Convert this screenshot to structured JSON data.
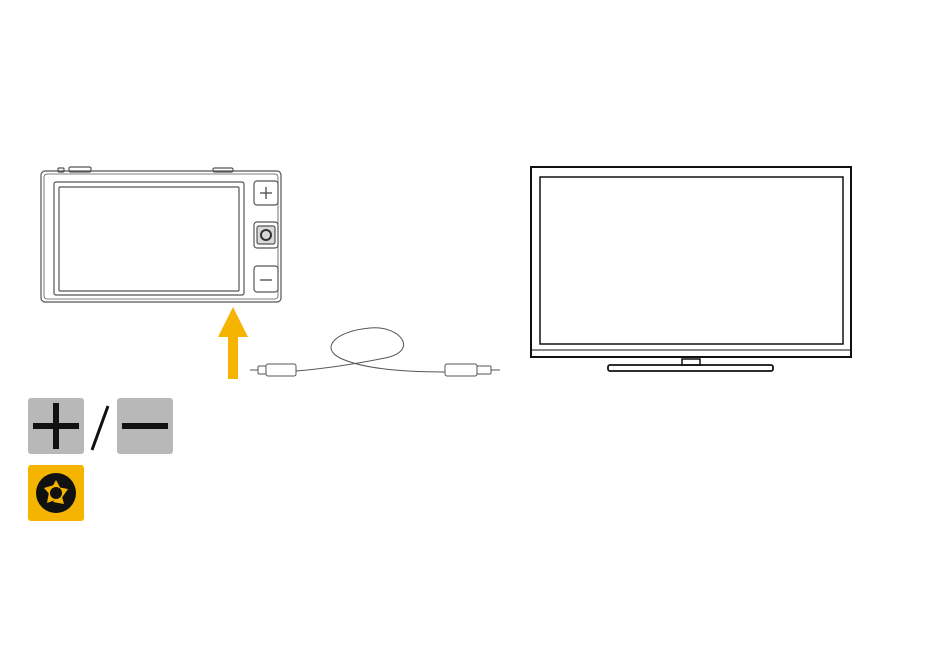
{
  "diagram": {
    "description_elements": [
      "handheld-magnifier",
      "hdmi-cable",
      "television"
    ],
    "colors": {
      "line": "#555555",
      "arrow": "#f5b400",
      "key_gray": "#b8b8b8",
      "key_yellow": "#f5b400",
      "glyph": "#111111"
    },
    "icons": {
      "plus": "plus-icon",
      "minus": "minus-icon",
      "shutter": "shutter-icon",
      "arrow": "arrow-up-icon"
    }
  }
}
